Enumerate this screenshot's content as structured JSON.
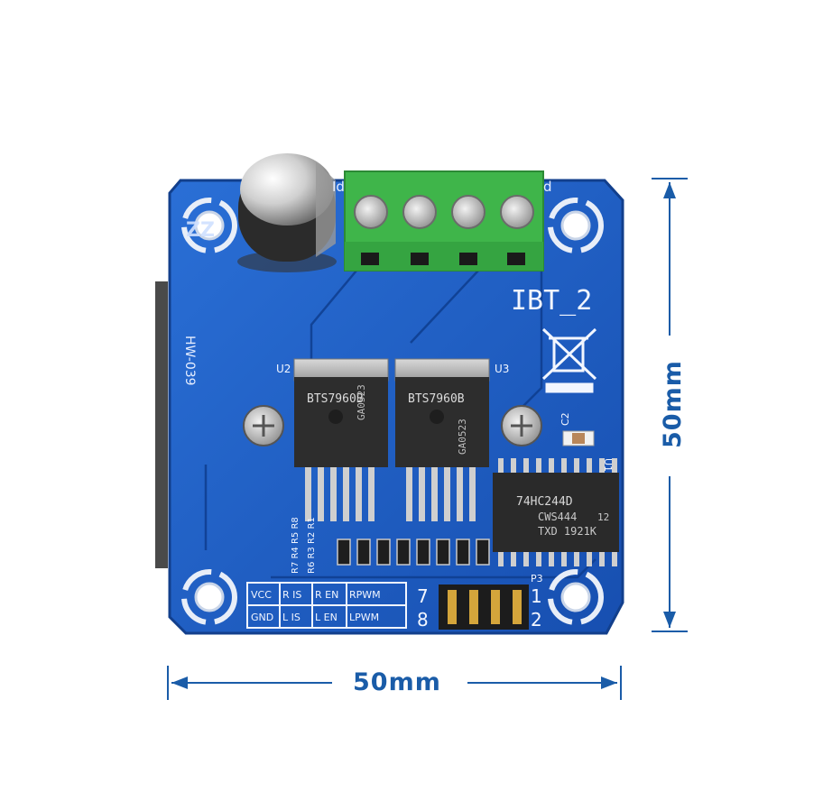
{
  "board": {
    "name": "IBT_2",
    "model_code": "HW-039",
    "brand_mark": "ZZ",
    "silkscreen_fragment_left": "Id",
    "silkscreen_fragment_right": "d"
  },
  "chips": {
    "u2_ref": "U2",
    "u2_label": "BTS7960B",
    "u2_code": "GA0523",
    "u3_ref": "U3",
    "u3_label": "BTS7960B",
    "u3_code": "GA0523",
    "u1_ref": "U1",
    "u1_line1": "74HC244D",
    "u1_line2": "CWS444",
    "u1_line2_b": "12",
    "u1_line3": "TXD 1921K"
  },
  "components": {
    "c2_ref": "C2",
    "p3_ref": "P3",
    "resistor_refs_row1": "R7 R4 R5 R8",
    "resistor_refs_row2": "R6 R3 R2 R1"
  },
  "pin_table": {
    "row1": [
      "VCC",
      "R IS",
      "R EN",
      "RPWM"
    ],
    "row2": [
      "GND",
      "L IS",
      "L EN",
      "LPWM"
    ],
    "header_left_top": "7",
    "header_left_bottom": "8",
    "header_right_top": "1",
    "header_right_bottom": "2"
  },
  "dimensions": {
    "width_label": "50mm",
    "height_label": "50mm"
  },
  "colors": {
    "pcb": "#1d5fc4",
    "pcb_dark": "#154ea8",
    "terminal": "#3fb54a",
    "dimension": "#1a5ca8"
  }
}
